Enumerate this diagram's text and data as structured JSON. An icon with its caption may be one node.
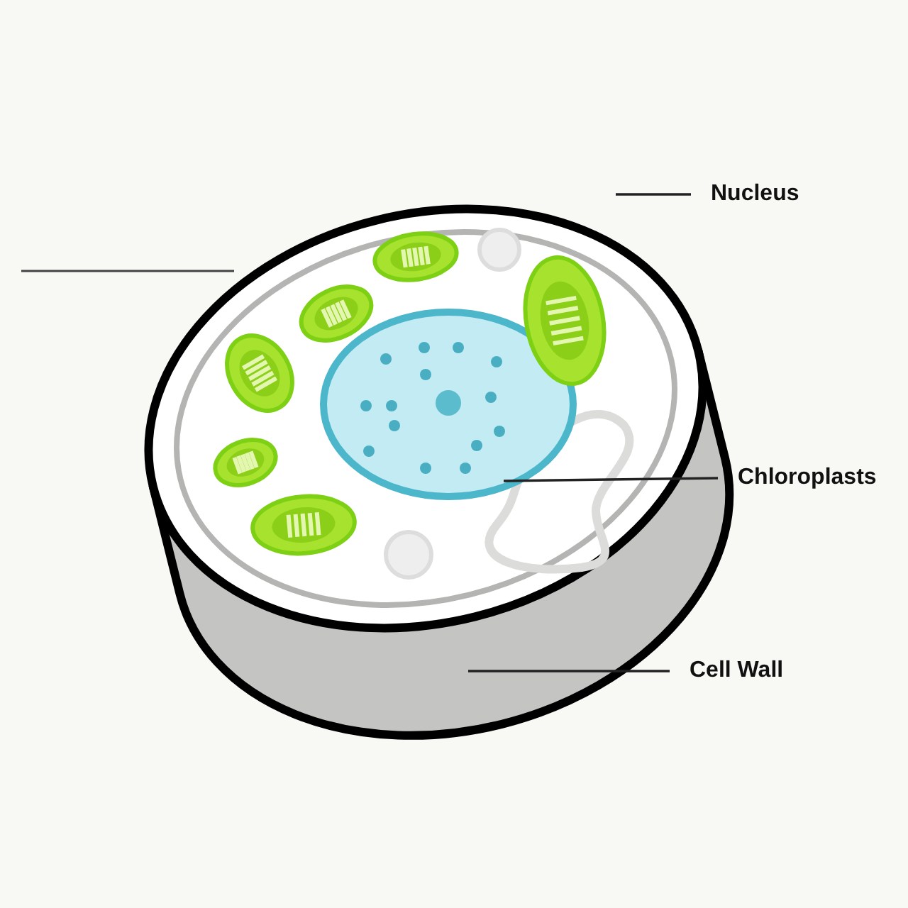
{
  "diagram": {
    "nodes": [
      {
        "text": [
          "Nucleus"
        ]
      },
      {
        "text": [
          "Chloroplasts"
        ]
      },
      {
        "text": [
          "Cell Wall"
        ]
      }
    ],
    "edges": [
      {
        "from": 0,
        "to": null,
        "arrow": "none"
      },
      {
        "from": 1,
        "to": null,
        "arrow": "none"
      },
      {
        "from": 2,
        "to": null,
        "arrow": "none"
      }
    ]
  }
}
